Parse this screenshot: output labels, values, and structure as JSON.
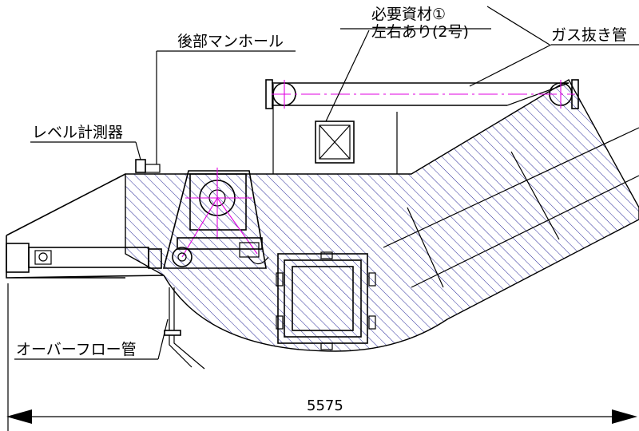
{
  "labels": {
    "required_material_line1": "必要資材①",
    "required_material_line2": "左右あり(2号)",
    "gas_vent_pipe": "ガス抜き管",
    "rear_manhole": "後部マンホール",
    "level_meter": "レベル計測器",
    "overflow_pipe": "オーバーフロー管"
  },
  "dimension": {
    "overall_length": "5575"
  },
  "colors": {
    "hatch": "#2b2b9a",
    "centerline": "#e000e0",
    "line": "#000000"
  }
}
